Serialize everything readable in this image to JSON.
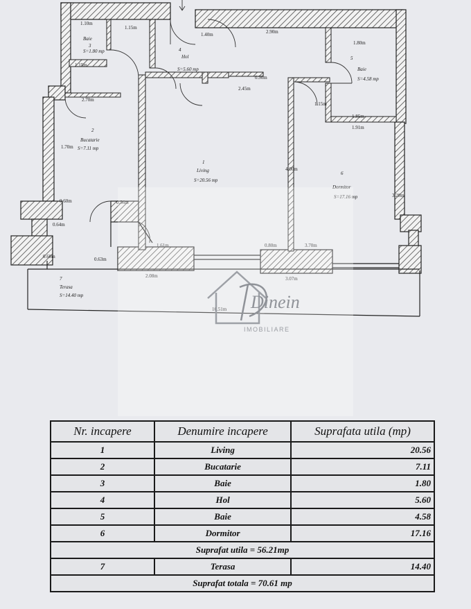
{
  "plan": {
    "rooms": [
      {
        "id": "baie-small",
        "num": "3",
        "name": "Baie",
        "area": "S=1.80 mp"
      },
      {
        "id": "hol",
        "num": "4",
        "name": "Hol",
        "area": "S=5.60 mp"
      },
      {
        "id": "baie-large",
        "num": "5",
        "name": "Baie",
        "area": "S=4.58 mp"
      },
      {
        "id": "bucatarie",
        "num": "2",
        "name": "Bucatarie",
        "area": "S=7.11 mp"
      },
      {
        "id": "living",
        "num": "1",
        "name": "Living",
        "area": "S=20.56 mp"
      },
      {
        "id": "dormitor",
        "num": "6",
        "name": "Dormitor",
        "area": "S=17.16 mp"
      },
      {
        "id": "terasa",
        "num": "7",
        "name": "Terasa",
        "area": "S=14.40 mp"
      }
    ],
    "dimensions": [
      "1.10m",
      "1.15m",
      "1.40m",
      "2.90m",
      "1.80m",
      "1.15m",
      "1.15m",
      "1.85m",
      "1.91m",
      "0.90m",
      "2.45m",
      "2.70m",
      "1.70m",
      "0.60m",
      "0.64m",
      "0.56m",
      "0.63m",
      "1.61m",
      "2.08m",
      "0.60m",
      "0.80m",
      "3.70m",
      "3.07m",
      "10.51m",
      "4.00m",
      "3.20m"
    ]
  },
  "watermark": {
    "brand": "Dinein",
    "sub": "IMOBILIARE"
  },
  "table": {
    "headers": [
      "Nr. incapere",
      "Denumire incapere",
      "Suprafata utila (mp)"
    ],
    "rows": [
      {
        "num": "1",
        "name": "Living",
        "area": "20.56"
      },
      {
        "num": "2",
        "name": "Bucatarie",
        "area": "7.11"
      },
      {
        "num": "3",
        "name": "Baie",
        "area": "1.80"
      },
      {
        "num": "4",
        "name": "Hol",
        "area": "5.60"
      },
      {
        "num": "5",
        "name": "Baie",
        "area": "4.58"
      },
      {
        "num": "6",
        "name": "Dormitor",
        "area": "17.16"
      }
    ],
    "subtotal": "Suprafat utila = 56.21mp",
    "extra": {
      "num": "7",
      "name": "Terasa",
      "area": "14.40"
    },
    "total": "Suprafat totala = 70.61 mp"
  }
}
